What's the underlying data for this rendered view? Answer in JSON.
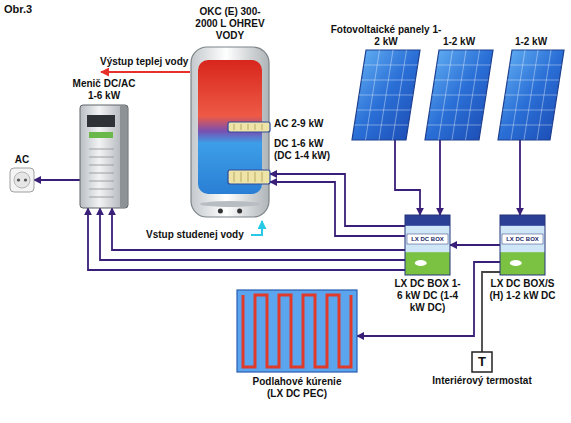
{
  "diagram": {
    "title": "Obr.3",
    "nodes": [
      {
        "text": [
          "OKC (E) 300-2000 L OHREV VODY"
        ]
      },
      {
        "text": [
          "Fotovoltaické panely 1-2 kW"
        ]
      },
      {
        "text": [
          "1-2 kW"
        ]
      },
      {
        "text": [
          "1-2 kW"
        ]
      },
      {
        "text": [
          "Menič DC/AC 1-6 kW"
        ]
      },
      {
        "text": [
          "AC"
        ]
      },
      {
        "text": [
          "LX DC BOX",
          "LX DC BOX 1-6 kW DC (1-4 kW DC)"
        ]
      },
      {
        "text": [
          "LX DC BOX",
          "LX DC BOX/S (H) 1-2 kW DC"
        ]
      },
      {
        "text": [
          "Podlahové kúrenie (LX DC PEC)"
        ]
      },
      {
        "text": [
          "T",
          "Interiérový termostat"
        ]
      }
    ],
    "edges": [
      {
        "from": 1,
        "to": 6,
        "arrow": "to"
      },
      {
        "from": 2,
        "to": 6,
        "arrow": "to"
      },
      {
        "from": 3,
        "to": 7,
        "arrow": "to"
      },
      {
        "from": 6,
        "to": 0,
        "arrow": "to"
      },
      {
        "from": 6,
        "to": 0,
        "arrow": "to"
      },
      {
        "from": 7,
        "to": 6,
        "arrow": "to"
      },
      {
        "from": 6,
        "to": 4,
        "arrow": "to"
      },
      {
        "from": 6,
        "to": 4,
        "arrow": "to"
      },
      {
        "from": 6,
        "to": 4,
        "arrow": "to"
      },
      {
        "from": 4,
        "to": 5,
        "arrow": "to"
      },
      {
        "from": 7,
        "to": 8,
        "arrow": "to"
      },
      {
        "from": 7,
        "to": 9,
        "arrow": "none"
      }
    ],
    "labels": [
      "Výstup teplej vody",
      "AC 2-9 kW",
      "DC 1-6 kW (DC 1-4 kW)",
      "Vstup studenej vody"
    ]
  }
}
